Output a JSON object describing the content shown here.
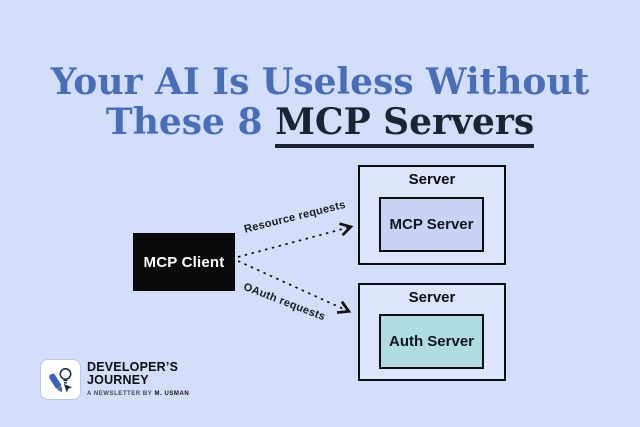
{
  "title": {
    "line1": "Your AI Is Useless Without",
    "line2_prefix": "These 8 ",
    "line2_underlined": "MCP Servers"
  },
  "diagram": {
    "client_label": "MCP Client",
    "arrows": [
      {
        "label": "Resource requests",
        "style": "dotted",
        "direction": "client-to-mcp-server"
      },
      {
        "label": "OAuth requests",
        "style": "dotted",
        "direction": "client-to-auth-server"
      }
    ],
    "servers": [
      {
        "outer_label": "Server",
        "inner_label": "MCP Server",
        "inner_fill": "#c9d3f8"
      },
      {
        "outer_label": "Server",
        "inner_label": "Auth Server",
        "inner_fill": "#aedce2"
      }
    ]
  },
  "footer": {
    "brand_line1": "DEVELOPER’S",
    "brand_line2": "JOURNEY",
    "tagline_prefix": "A NEWSLETTER BY ",
    "tagline_author": "M. USMAN",
    "icon": "pencil-lightbulb-cursor-icon"
  },
  "colors": {
    "background": "#d3defb",
    "title_blue": "#4a6db8",
    "title_dark": "#1c2433",
    "client_box": "#0a0a0c",
    "server_outer_fill": "#dce5fb",
    "mcp_server_fill": "#c9d3f8",
    "auth_server_fill": "#aedce2",
    "arrow_stroke": "#111111"
  }
}
